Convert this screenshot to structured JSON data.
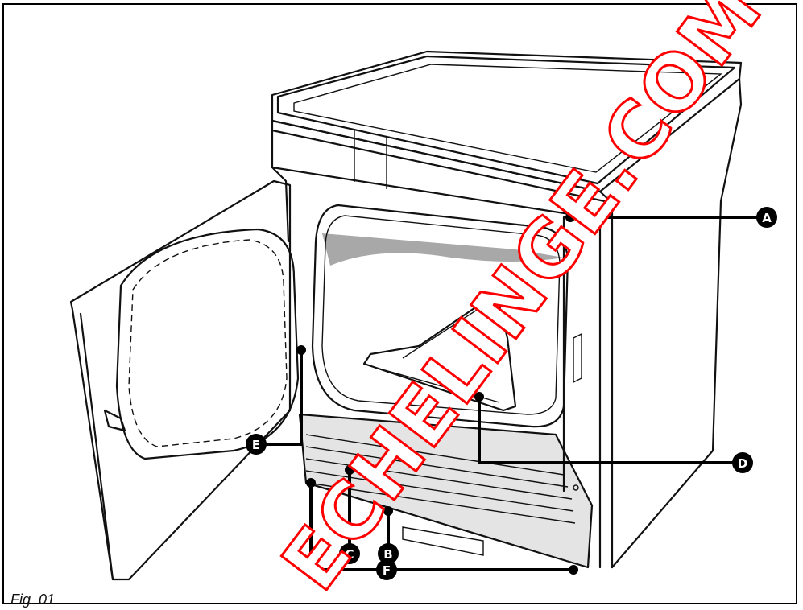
{
  "figure": {
    "caption": "Fig. 01",
    "illustration": "tumble-dryer-open-door-line-drawing"
  },
  "callouts": [
    {
      "id": "A",
      "label": "A"
    },
    {
      "id": "B",
      "label": "B"
    },
    {
      "id": "C",
      "label": "C"
    },
    {
      "id": "D",
      "label": "D"
    },
    {
      "id": "E",
      "label": "E"
    },
    {
      "id": "F",
      "label": "F"
    }
  ],
  "watermark": {
    "text": "ECHELINGE.COM",
    "color": "#ff0000"
  }
}
